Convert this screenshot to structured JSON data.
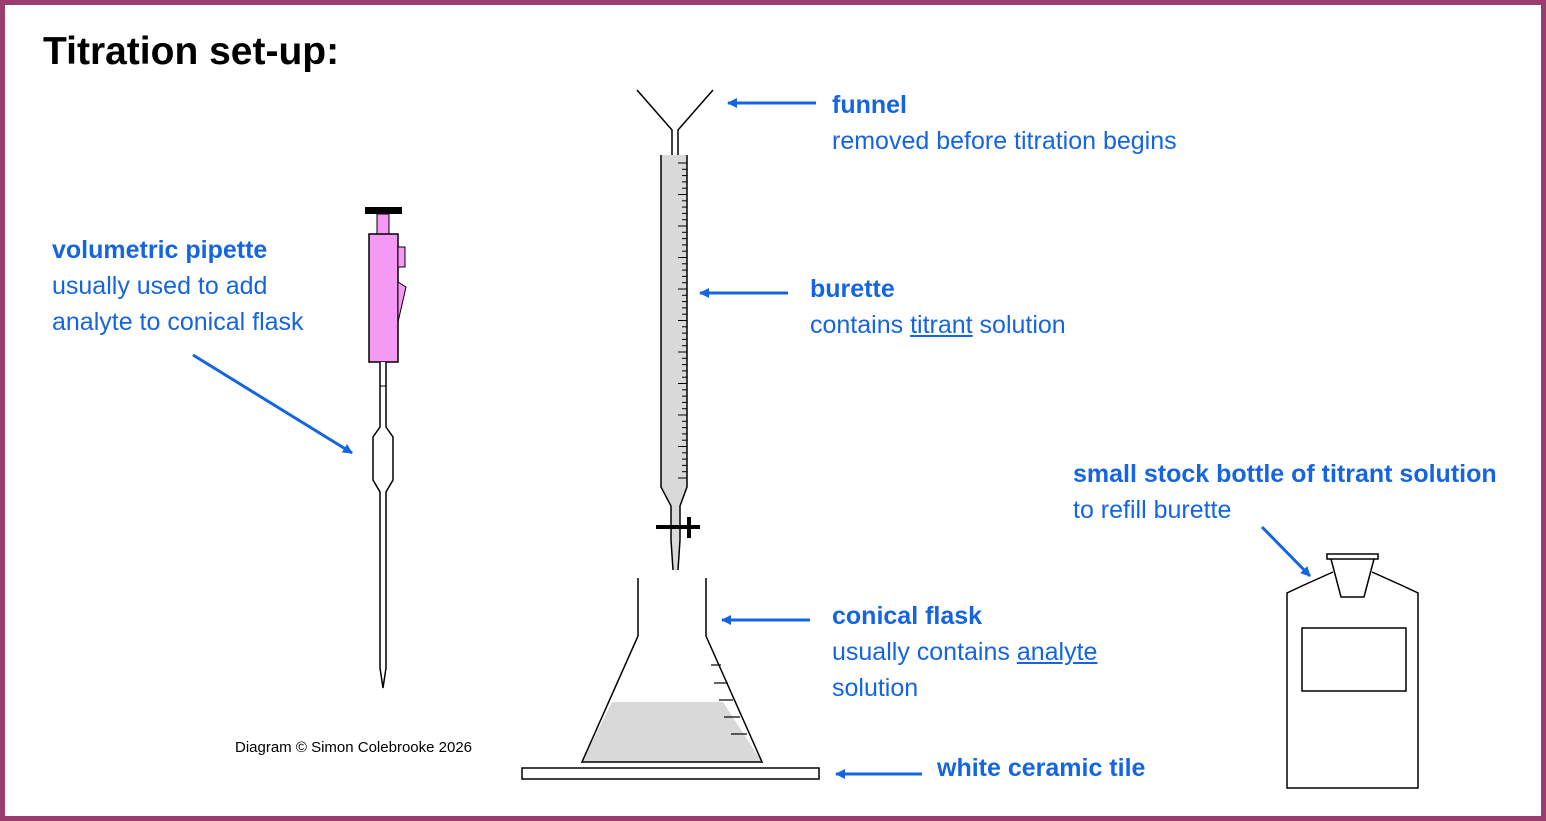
{
  "title": "Titration set-up:",
  "accent_color": "#1565e0",
  "border_color": "#9b3b6e",
  "liquid_color": "#d9d9d9",
  "pipette_color": "#f49af4",
  "labels": {
    "funnel": {
      "name": "funnel",
      "desc": "removed before titration begins"
    },
    "burette": {
      "name": "burette",
      "desc_prefix": "contains ",
      "desc_underlined": "titrant",
      "desc_suffix": " solution"
    },
    "pipette": {
      "name": "volumetric pipette",
      "desc_line1": "usually used to add",
      "desc_line2": "analyte to conical flask"
    },
    "flask": {
      "name": "conical flask",
      "desc_prefix": "usually contains ",
      "desc_underlined": "analyte",
      "desc_line2": "solution"
    },
    "tile": {
      "name": "white ceramic tile"
    },
    "bottle": {
      "name": "small stock bottle of titrant solution",
      "desc": "to refill burette"
    }
  },
  "credit": "Diagram © Simon Colebrooke 2026"
}
